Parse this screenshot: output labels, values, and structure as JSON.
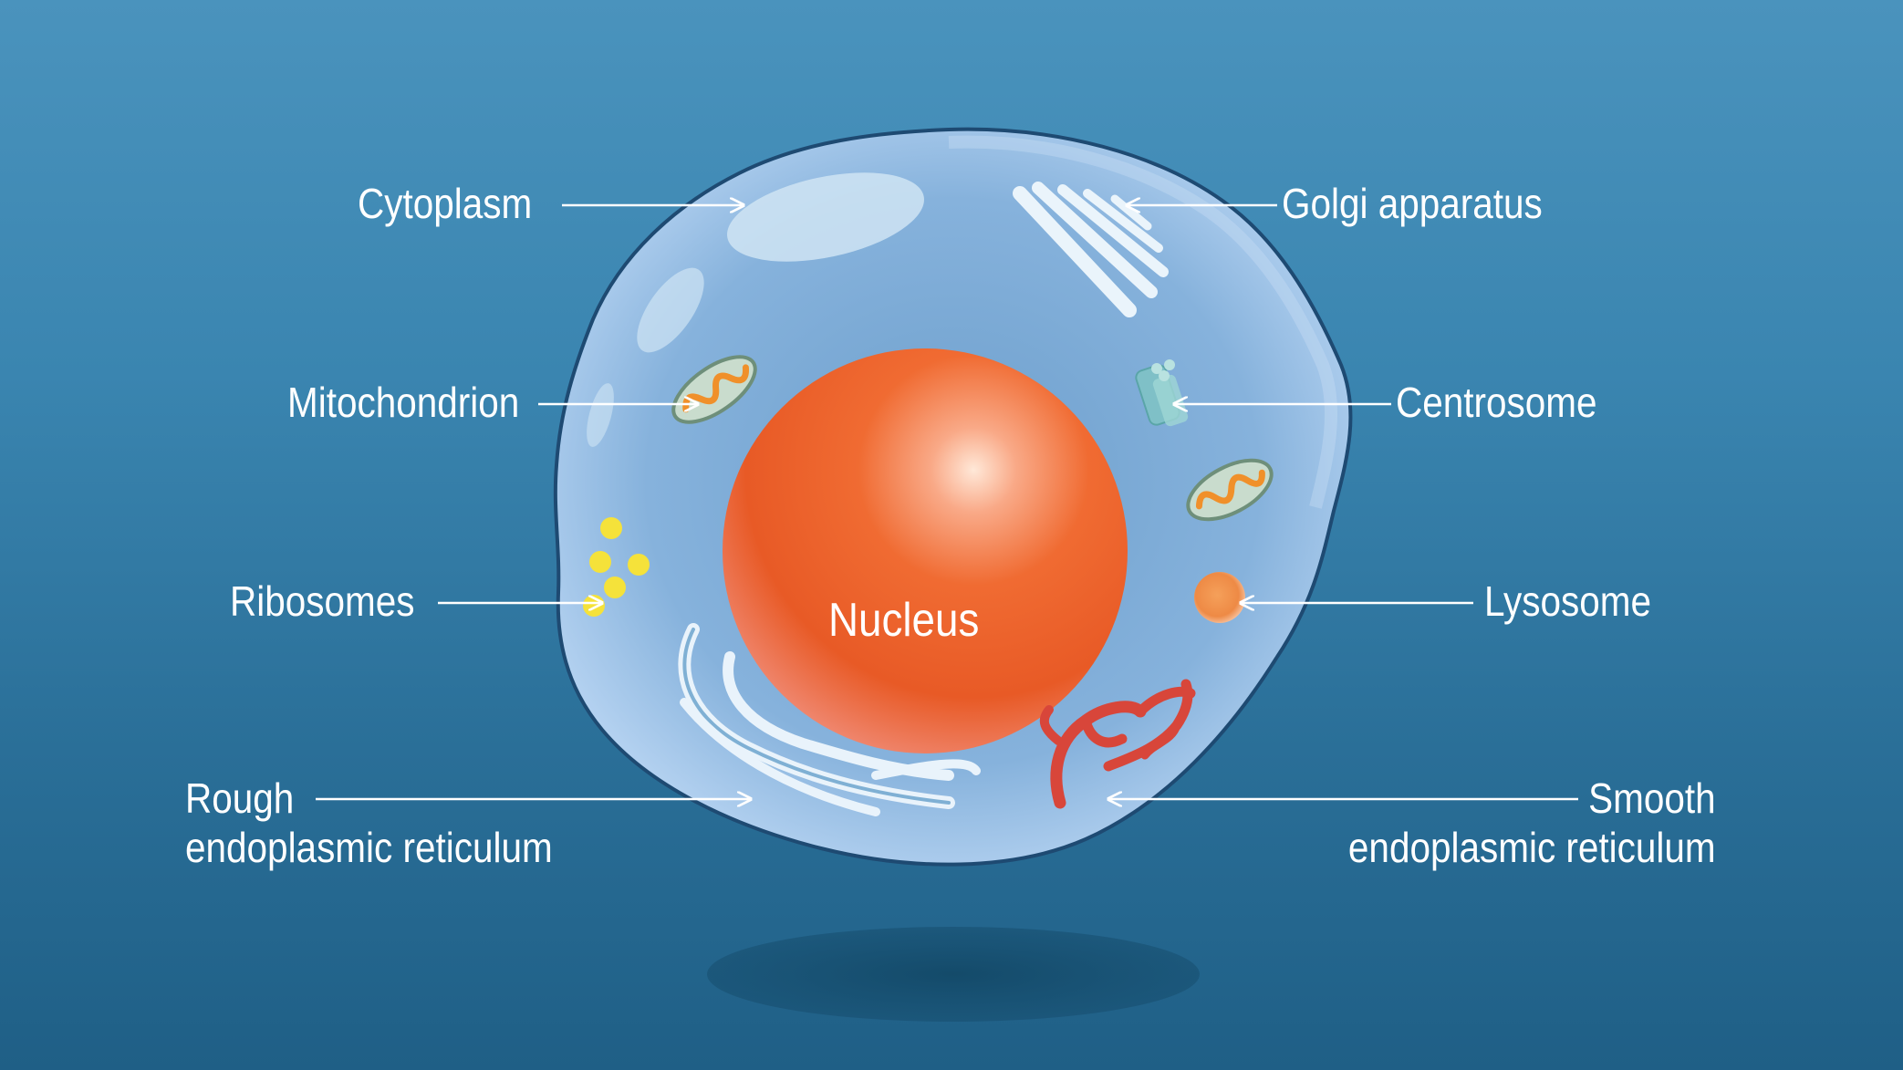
{
  "labels": {
    "cytoplasm": "Cytoplasm",
    "golgi": "Golgi apparatus",
    "mitochondrion": "Mitochondrion",
    "centrosome": "Centrosome",
    "ribosomes": "Ribosomes",
    "lysosome": "Lysosome",
    "rough_er_line1": "Rough",
    "rough_er_line2": "endoplasmic reticulum",
    "smooth_er_line1": "Smooth",
    "smooth_er_line2": "endoplasmic reticulum",
    "nucleus": "Nucleus"
  },
  "colors": {
    "background_top": "#4a93bd",
    "background_bottom": "#1f5f86",
    "cell_membrane": "#a8c8ea",
    "nucleus": "#f0622a",
    "ribosome": "#f5e23a",
    "mitochondrion_outer": "#9bb7a0",
    "mitochondrion_cristae": "#f0902a",
    "smooth_er": "#d8463a",
    "lysosome": "#f29a55",
    "label_text": "#ffffff"
  }
}
